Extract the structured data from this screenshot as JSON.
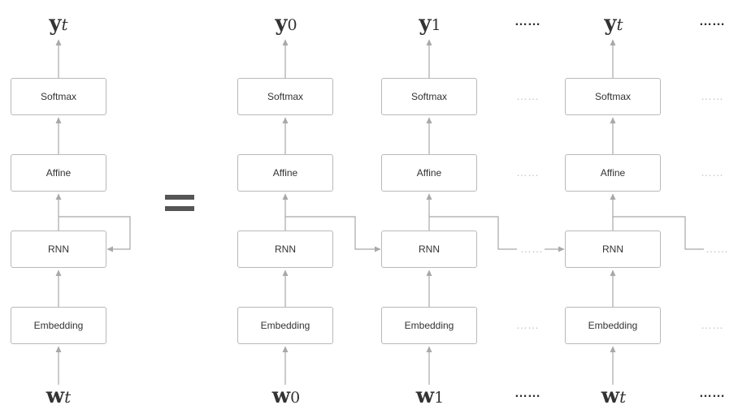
{
  "diagram": {
    "layer_labels": {
      "softmax": "Softmax",
      "affine": "Affine",
      "rnn": "RNN",
      "embedding": "Embedding"
    },
    "columns": [
      {
        "id": "folded",
        "output_var": "y",
        "output_sub": "t",
        "output_sub_style": "italic",
        "input_var": "w",
        "input_sub": "t",
        "input_sub_style": "italic"
      },
      {
        "id": "step-0",
        "output_var": "y",
        "output_sub": "0",
        "output_sub_style": "upright",
        "input_var": "w",
        "input_sub": "0",
        "input_sub_style": "upright"
      },
      {
        "id": "step-1",
        "output_var": "y",
        "output_sub": "1",
        "output_sub_style": "upright",
        "input_var": "w",
        "input_sub": "1",
        "input_sub_style": "upright"
      },
      {
        "id": "step-t",
        "output_var": "y",
        "output_sub": "t",
        "output_sub_style": "italic",
        "input_var": "w",
        "input_sub": "t",
        "input_sub_style": "italic"
      }
    ],
    "ellipsis": "……",
    "colors": {
      "box_border": "#b9b9b9",
      "arrow": "#a8a8a8",
      "text": "#333333",
      "faded_dots": "#c6c6c6",
      "equals_sign": "#555555"
    }
  }
}
